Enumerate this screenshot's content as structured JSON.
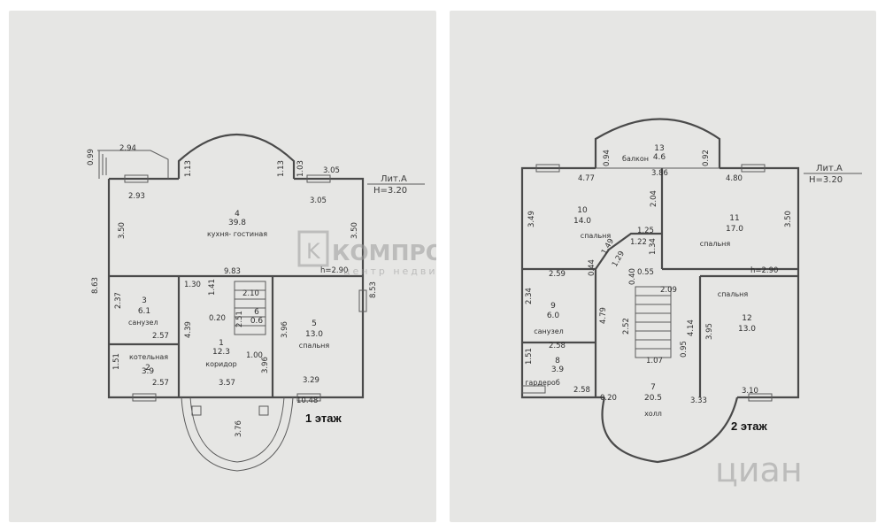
{
  "watermark": {
    "brand": "КОМПРОМИСС",
    "tagline": "центр недвижимости",
    "corner": "циан"
  },
  "floor1": {
    "caption": "1 этаж",
    "lit": "Лит.А",
    "height": "H=3.20",
    "rooms": [
      {
        "num": "4",
        "area": "39.8",
        "name": "кухня- гостиная"
      },
      {
        "num": "3",
        "area": "6.1",
        "name": "санузел"
      },
      {
        "num": "2",
        "area": "3.9",
        "name": "котельная"
      },
      {
        "num": "1",
        "area": "12.3",
        "name": "коридор"
      },
      {
        "num": "5",
        "area": "13.0",
        "name": "спальня"
      },
      {
        "num": "6",
        "area": "0.6",
        "name": ""
      }
    ],
    "dims": [
      "2.94",
      "0.99",
      "2.93",
      "1.13",
      "1.13",
      "1.03",
      "3.05",
      "3.05",
      "3.50",
      "3.50",
      "8.63",
      "8.53",
      "9.83",
      "h=2.90",
      "2.37",
      "2.57",
      "4.39",
      "1.51",
      "2.57",
      "3.57",
      "3.29",
      "10.48",
      "3.96",
      "3.96",
      "1.30",
      "1.41",
      "0.20",
      "2.10",
      "1.00",
      "2.51",
      "3.76"
    ]
  },
  "floor2": {
    "caption": "2 этаж",
    "lit": "Лит.А",
    "height": "H=3.20",
    "rooms": [
      {
        "num": "13",
        "area": "4.6",
        "name": "балкон"
      },
      {
        "num": "10",
        "area": "14.0",
        "name": "спальня"
      },
      {
        "num": "11",
        "area": "17.0",
        "name": "спальня"
      },
      {
        "num": "9",
        "area": "6.0",
        "name": "санузел"
      },
      {
        "num": "8",
        "area": "3.9",
        "name": "гардероб"
      },
      {
        "num": "7",
        "area": "20.5",
        "name": "холл"
      },
      {
        "num": "12",
        "area": "13.0",
        "name": "спальня"
      }
    ],
    "dims": [
      "0.94",
      "0.92",
      "3.86",
      "4.77",
      "4.80",
      "2.04",
      "3.49",
      "3.50",
      "1.25",
      "1.49",
      "1.22",
      "1.34",
      "1.29",
      "0.44",
      "0.40",
      "0.55",
      "h=2.90",
      "2.59",
      "2.34",
      "4.79",
      "2.58",
      "1.51",
      "2.58",
      "0.20",
      "2.52",
      "2.09",
      "1.07",
      "0.95",
      "4.14",
      "3.95",
      "3.33",
      "3.10"
    ]
  }
}
